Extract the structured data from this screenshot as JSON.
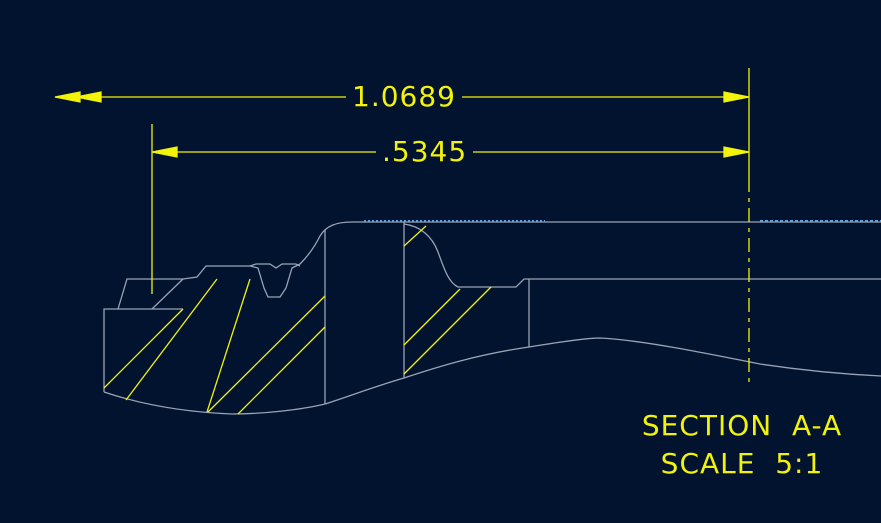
{
  "drawing": {
    "background_color": "#02132f",
    "annotation_color": "#f2f20a",
    "part_outline_color": "#9aa3b5",
    "hidden_edge_color": "#58a6e0"
  },
  "dimensions": {
    "overall": "1.0689",
    "half": ".5345"
  },
  "section_view": {
    "title": "SECTION  A-A",
    "scale": "SCALE  5:1"
  }
}
